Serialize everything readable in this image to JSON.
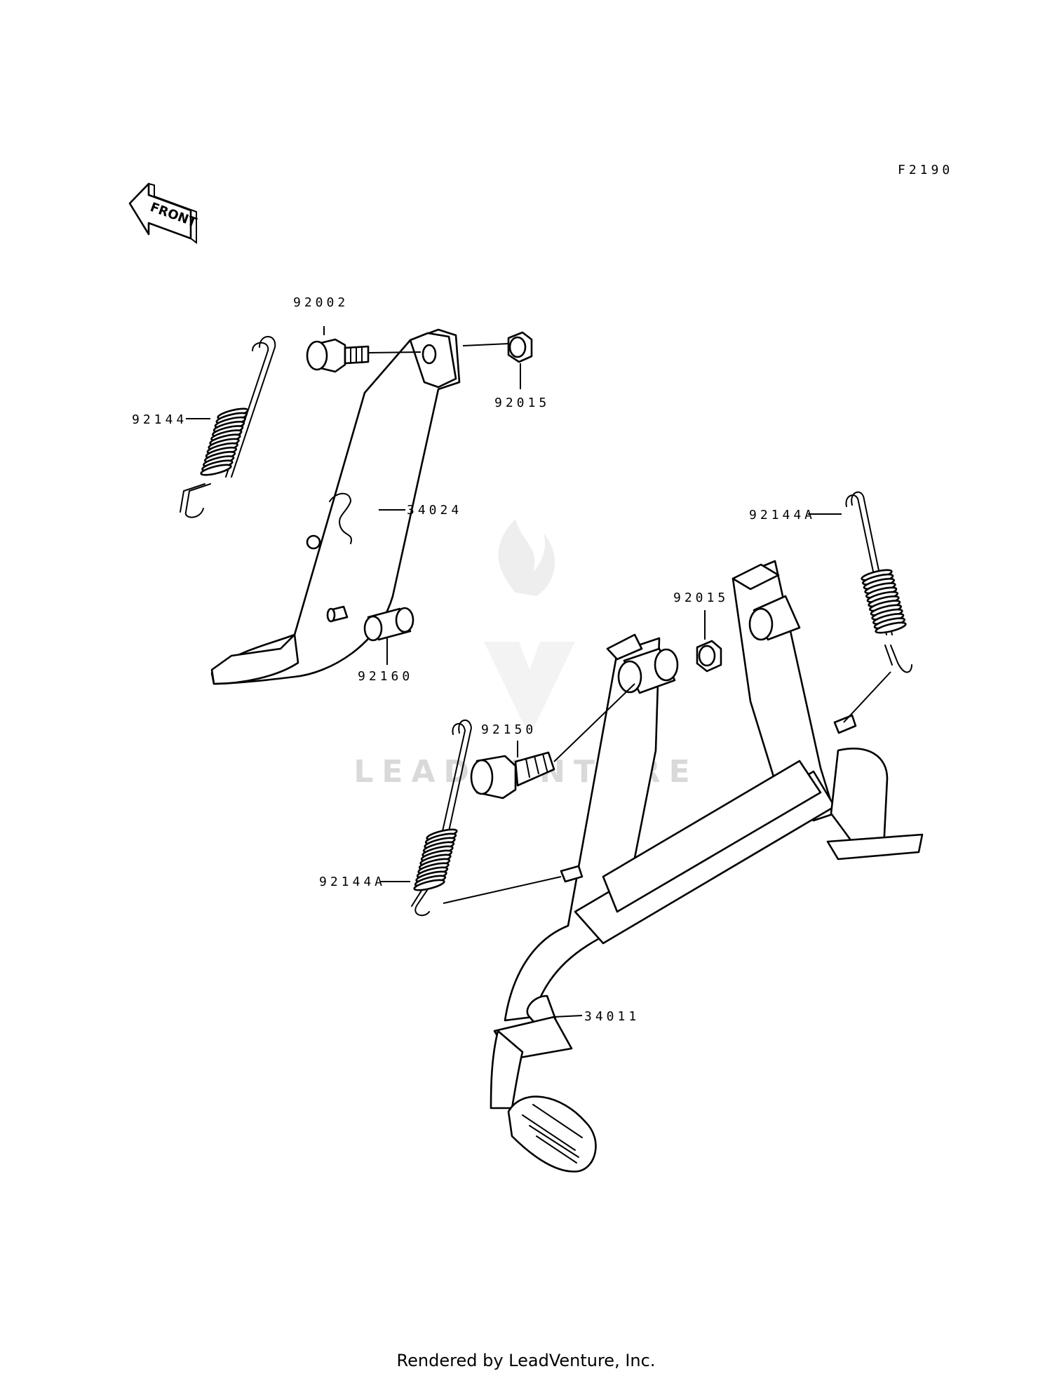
{
  "figure_code": "F2190",
  "front_arrow_label": "FRONT",
  "callouts": {
    "c_92002": "92002",
    "c_92015_top": "92015",
    "c_92144": "92144",
    "c_34024": "34024",
    "c_92160": "92160",
    "c_92144A_right": "92144A",
    "c_92015_mid": "92015",
    "c_92150": "92150",
    "c_92144A_left": "92144A",
    "c_34011": "34011"
  },
  "watermark": "LEADVENTURE",
  "footer": "Rendered by LeadVenture, Inc."
}
